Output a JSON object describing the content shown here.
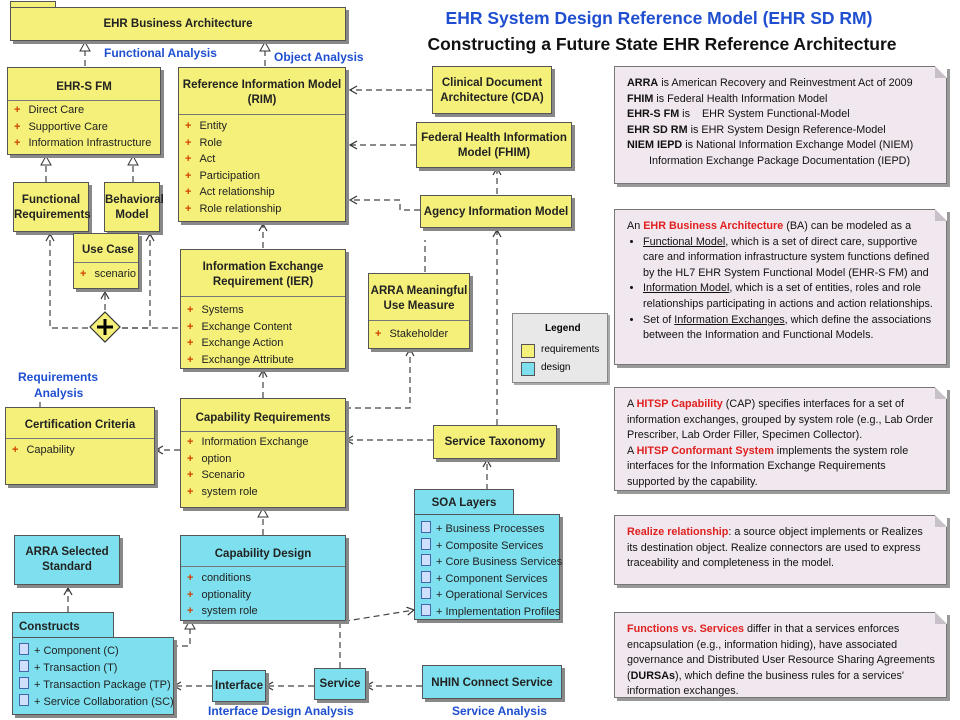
{
  "title": "EHR System Design Reference Model (EHR SD RM)",
  "subtitle": "Constructing a Future State EHR Reference Architecture",
  "colors": {
    "requirements": "#f4f07a",
    "design": "#7ee0ee",
    "title_blue": "#1f4fd0",
    "highlight_red": "#e02020"
  },
  "boxes": {
    "ehr_ba": {
      "title": "EHR Business Architecture"
    },
    "ehrs_fm": {
      "title": "EHR-S FM",
      "attrs": [
        "Direct Care",
        "Supportive Care",
        "Information Infrastructure"
      ]
    },
    "rim": {
      "title1": "Reference Information Model",
      "title2": "(RIM)",
      "attrs": [
        "Entity",
        "Role",
        "Act",
        "Participation",
        "Act relationship",
        "Role relationship"
      ]
    },
    "cda": {
      "title1": "Clinical Document",
      "title2": "Architecture (CDA)"
    },
    "fhim": {
      "title1": "Federal Health Information",
      "title2": "Model (FHIM)"
    },
    "agency": {
      "title": "Agency Information Model"
    },
    "functional_req": {
      "title1": "Functional",
      "title2": "Requirements"
    },
    "behavioral": {
      "title1": "Behavioral",
      "title2": "Model"
    },
    "use_case": {
      "title": "Use Case",
      "attrs": [
        "scenario"
      ]
    },
    "ier": {
      "title1": "Information Exchange",
      "title2": "Requirement (IER)",
      "attrs": [
        "Systems",
        "Exchange Content",
        "Exchange Action",
        "Exchange Attribute"
      ]
    },
    "arra_mu": {
      "title1": "ARRA Meaningful",
      "title2": "Use Measure",
      "attrs": [
        "Stakeholder"
      ]
    },
    "cert": {
      "title": "Certification Criteria",
      "attrs": [
        "Capability"
      ]
    },
    "cap_req": {
      "title": "Capability Requirements",
      "attrs": [
        "Information Exchange",
        "option",
        "Scenario",
        "system role"
      ]
    },
    "service_tax": {
      "title": "Service Taxonomy"
    },
    "soa": {
      "title": "SOA Layers",
      "items": [
        "+ Business Processes",
        "+ Composite Services",
        "+ Core Business Services",
        "+ Component Services",
        "+ Operational Services",
        "+ Implementation Profiles"
      ]
    },
    "arra_std": {
      "title1": "ARRA Selected",
      "title2": "Standard"
    },
    "cap_design": {
      "title": "Capability Design",
      "attrs": [
        "conditions",
        "optionality",
        "system role"
      ]
    },
    "constructs": {
      "title": "Constructs",
      "items": [
        "+ Component (C)",
        "+ Transaction (T)",
        "+ Transaction Package (TP)",
        "+ Service Collaboration (SC)"
      ]
    },
    "interface": {
      "title": "Interface"
    },
    "service": {
      "title": "Service"
    },
    "nhin": {
      "title": "NHIN Connect Service"
    }
  },
  "edge_labels": {
    "functional_analysis": "Functional Analysis",
    "object_analysis": "Object Analysis",
    "requirements_analysis_1": "Requirements",
    "requirements_analysis_2": "Analysis",
    "interface_design_analysis": "Interface Design Analysis",
    "service_analysis": "Service Analysis"
  },
  "legend": {
    "title": "Legend",
    "items": [
      {
        "label": "requirements",
        "color": "#f4f07a"
      },
      {
        "label": "design",
        "color": "#7ee0ee"
      }
    ]
  },
  "notes": {
    "acronyms": [
      {
        "term": "ARRA",
        "text": " is American Recovery and Reinvestment Act of 2009"
      },
      {
        "term": "FHIM",
        "text": " is Federal Health Information Model"
      },
      {
        "term": "EHR-S FM",
        "text": " is    EHR System Functional-Model"
      },
      {
        "term": "EHR SD RM",
        "text": " is EHR System Design Reference-Model"
      },
      {
        "term": "NIEM IEPD",
        "text": " is National Information Exchange Model (NIEM)"
      }
    ],
    "acronyms_cont": "Information Exchange Package Documentation (IEPD)",
    "ba": {
      "p1": "An ",
      "p1_red": "EHR Business Architecture",
      "p1_rest": " (BA) can be modeled as a",
      "b1_u": "Functional Model",
      "b1": ", which is a set of direct care, supportive care and information infrastructure system functions defined by  the HL7 EHR System Functional Model  (EHR-S FM) and",
      "b2_u": "Information Model",
      "b2": ", which is a set of entities, roles and role relationships participating in actions  and  action relationships.",
      "b3_a": "Set of ",
      "b3_u": "Information Exchanges",
      "b3": ", which define the associations between the Information and Functional Models."
    },
    "hitsp": {
      "a": "A ",
      "red1": "HITSP Capability",
      "t1": " (CAP) specifies interfaces for a set of information exchanges, grouped by system role (e.g., Lab Order Prescriber, Lab Order Filler, Specimen Collector).",
      "b": "A ",
      "red2": "HITSP Conformant System",
      "t2": " implements the system role interfaces for the Information Exchange Requirements supported by the capability."
    },
    "realize": {
      "red": "Realize relationship",
      "t": ": a source object implements or Realizes its destination object. Realize connectors are used to express traceability and completeness in the model."
    },
    "functions": {
      "red": "Functions vs. Services",
      "t1": " differ in that a services enforces encapsulation (e.g., information hiding), have associated governance and Distributed User Resource Sharing  Agreements (",
      "bold": "DURSAs",
      "t2": "), which define the business rules for a services' information exchanges."
    }
  }
}
